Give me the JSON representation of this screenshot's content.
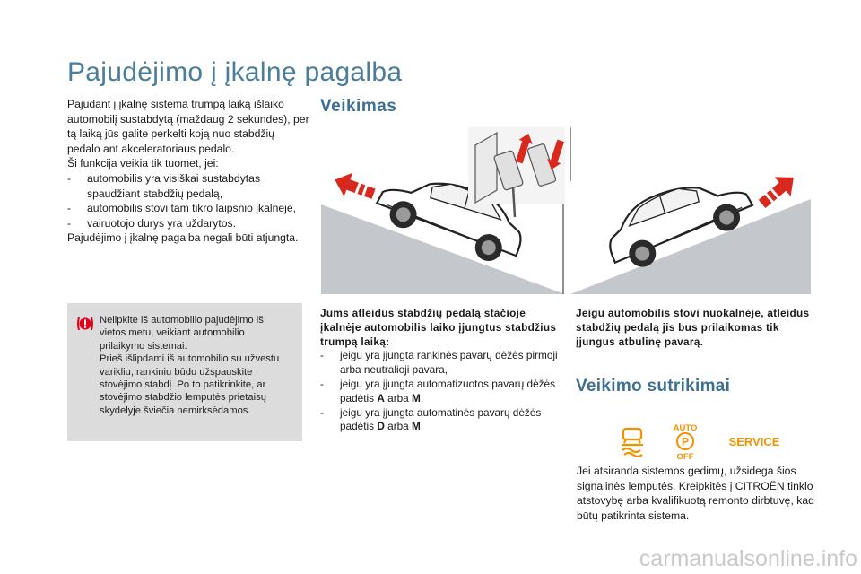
{
  "title": "Pajudėjimo į įkalnę pagalba",
  "intro": {
    "paragraph": "Pajudant į įkalnę sistema trumpą laiką išlaiko automobilį sustabdytą (maždaug 2 sekundes), per tą laiką jūs galite perkelti koją nuo stabdžių pedalo ant akceleratoriaus pedalo.",
    "condition_intro": "Ši funkcija veikia tik tuomet, jei:",
    "conditions": [
      "automobilis yra visiškai sustabdytas spaudžiant stabdžių pedalą,",
      "automobilis stovi tam tikro laipsnio įkalnėje,",
      "vairuotojo durys yra uždarytos."
    ],
    "closing": "Pajudėjimo į įkalnę pagalba negali būti atjungta."
  },
  "warning": {
    "text": "Nelipkite iš automobilio pajudėjimo iš vietos metu, veikiant automobilio prilaikymo sistemai.\nPrieš išlipdami iš automobilio su užvestu varikliu, rankiniu būdu užspauskite stovėjimo stabdį. Po to patikrinkite, ar stovėjimo stabdžio lemputės prietaisų skydelyje šviečia nemirksėdamos."
  },
  "veikimas": {
    "heading": "Veikimas",
    "left_caption": "Jums atleidus stabdžių pedalą stačioje įkalnėje automobilis laiko įjungtus stabdžius trumpą laiką:",
    "left_items": [
      {
        "pre": "jeigu yra įjungta rankinės pavarų dėžės pirmoji arba neutralioji pavara,",
        "b1": "",
        "mid": "",
        "b2": "",
        "post": ""
      },
      {
        "pre": "jeigu yra įjungta automatizuotos pavarų dėžės padėtis ",
        "b1": "A",
        "mid": " arba ",
        "b2": "M",
        "post": ","
      },
      {
        "pre": "jeigu yra įjungta automatinės pavarų dėžės padėtis ",
        "b1": "D",
        "mid": " arba ",
        "b2": "M",
        "post": "."
      }
    ],
    "right_caption": "Jeigu automobilis stovi nuokalnėje, atleidus stabdžių pedalą jis bus prilaikomas tik įjungus atbulinę pavarą."
  },
  "sutrikimai": {
    "heading": "Veikimo sutrikimai",
    "icon_auto_top": "AUTO",
    "icon_auto_bottom": "OFF",
    "icon_auto_p": "P",
    "icon_service": "SERVICE",
    "text": "Jei atsiranda sistemos gedimų, užsidega šios signalinės lemputės. Kreipkitės į CITROËN tinklo atstovybę arba kvalifikuotą remonto dirbtuvę, kad būtų patikrinta sistema."
  },
  "colors": {
    "title": "#4a7d9c",
    "heading": "#3d6f93",
    "warning_bg": "#dcdcdc",
    "warning_icon": "#e3001b",
    "indicator_orange": "#f39200",
    "arrow_red": "#d9281e",
    "ramp_gray": "#c4c7cb"
  },
  "watermark": "carmanualsonline.info"
}
